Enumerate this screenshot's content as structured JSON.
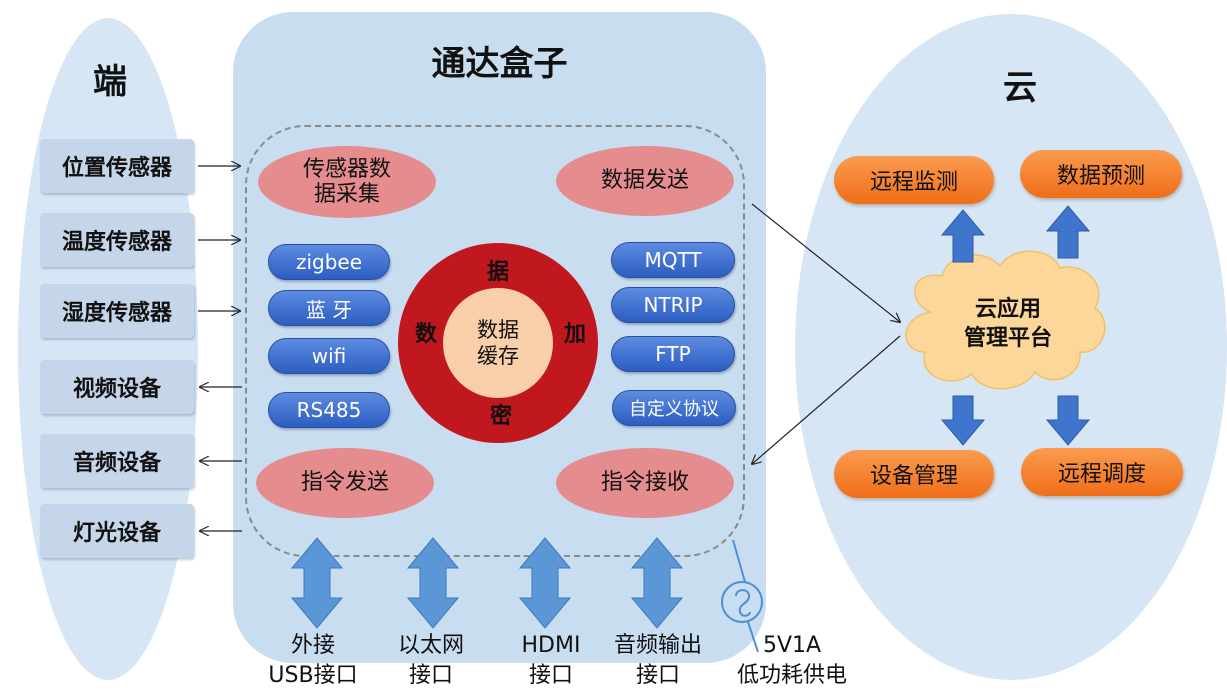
{
  "left": {
    "title": "端",
    "devices": [
      "位置传感器",
      "温度传感器",
      "湿度传感器",
      "视频设备",
      "音频设备",
      "灯光设备"
    ]
  },
  "center": {
    "title": "通达盒子",
    "sensor_collect": "传感器数\n据采集",
    "data_send": "数据发送",
    "cmd_send": "指令发送",
    "cmd_receive": "指令接收",
    "left_protocols": [
      "zigbee",
      "蓝 牙",
      "wifi",
      "RS485"
    ],
    "right_protocols": [
      "MQTT",
      "NTRIP",
      "FTP",
      "自定义协议"
    ],
    "core_label": "数据\n缓存",
    "ring_chars": {
      "top": "据",
      "left": "数",
      "right": "加",
      "bottom": "密"
    },
    "interfaces": [
      {
        "line1": "外接",
        "line2": "USB接口"
      },
      {
        "line1": "以太网",
        "line2": "接口"
      },
      {
        "line1": "HDMI",
        "line2": "接口"
      },
      {
        "line1": "音频输出",
        "line2": "接口"
      }
    ],
    "power": {
      "line1": "5V1A",
      "line2": "低功耗供电"
    }
  },
  "right": {
    "title": "云",
    "platform": "云应用\n管理平台",
    "top_items": [
      "远程监测",
      "数据预测"
    ],
    "bottom_items": [
      "设备管理",
      "远程调度"
    ]
  },
  "colors": {
    "panel": "#c9ddf0",
    "ellipse": "#d6e6f5",
    "pink": "#e58c8e",
    "pill_blue": "#2c5ec2",
    "ring_red": "#c0181e",
    "core": "#f8cfa8",
    "orange": "#ef6e18",
    "cloud": "#fdd79a",
    "arrow_blue": "#3f75cc"
  }
}
